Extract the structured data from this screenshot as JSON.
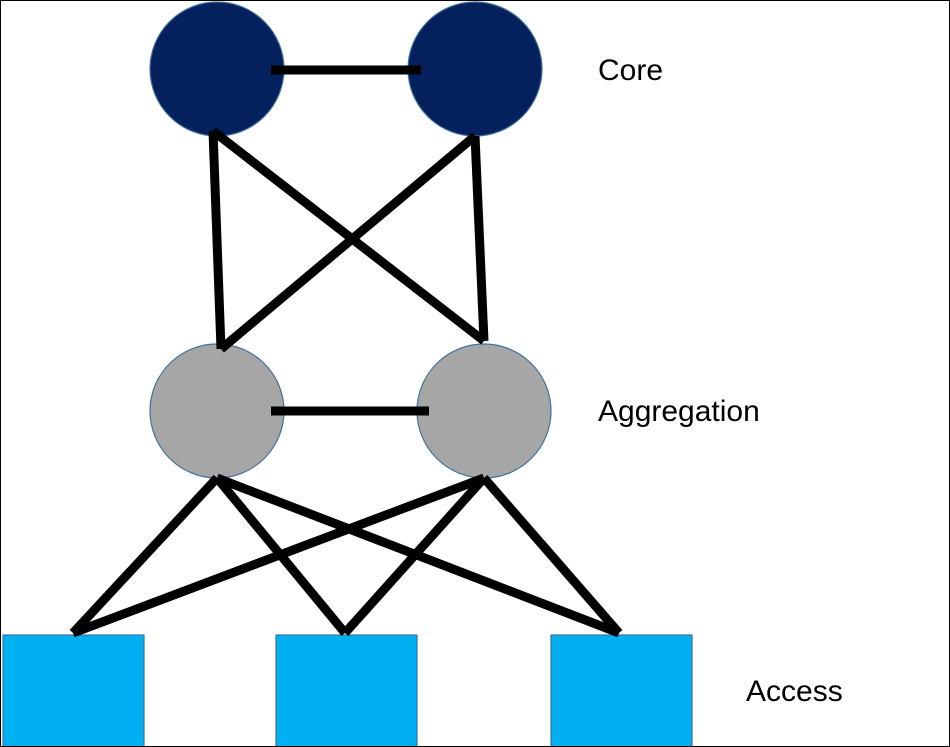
{
  "layers": {
    "core": {
      "label": "Core"
    },
    "aggregation": {
      "label": "Aggregation"
    },
    "access": {
      "label": "Access"
    }
  },
  "colors": {
    "core_fill": "#04215E",
    "aggregation_fill": "#A6A6A6",
    "access_fill": "#00B0F0",
    "node_stroke": "#41719C",
    "link": "#000000"
  },
  "topology": {
    "nodes": [
      {
        "id": "core-1",
        "layer": "core",
        "shape": "circle"
      },
      {
        "id": "core-2",
        "layer": "core",
        "shape": "circle"
      },
      {
        "id": "agg-1",
        "layer": "aggregation",
        "shape": "circle"
      },
      {
        "id": "agg-2",
        "layer": "aggregation",
        "shape": "circle"
      },
      {
        "id": "access-1",
        "layer": "access",
        "shape": "square"
      },
      {
        "id": "access-2",
        "layer": "access",
        "shape": "square"
      },
      {
        "id": "access-3",
        "layer": "access",
        "shape": "square"
      }
    ],
    "links": [
      [
        "core-1",
        "core-2"
      ],
      [
        "core-1",
        "agg-1"
      ],
      [
        "core-1",
        "agg-2"
      ],
      [
        "core-2",
        "agg-1"
      ],
      [
        "core-2",
        "agg-2"
      ],
      [
        "agg-1",
        "agg-2"
      ],
      [
        "agg-1",
        "access-1"
      ],
      [
        "agg-1",
        "access-2"
      ],
      [
        "agg-1",
        "access-3"
      ],
      [
        "agg-2",
        "access-1"
      ],
      [
        "agg-2",
        "access-2"
      ],
      [
        "agg-2",
        "access-3"
      ]
    ]
  }
}
